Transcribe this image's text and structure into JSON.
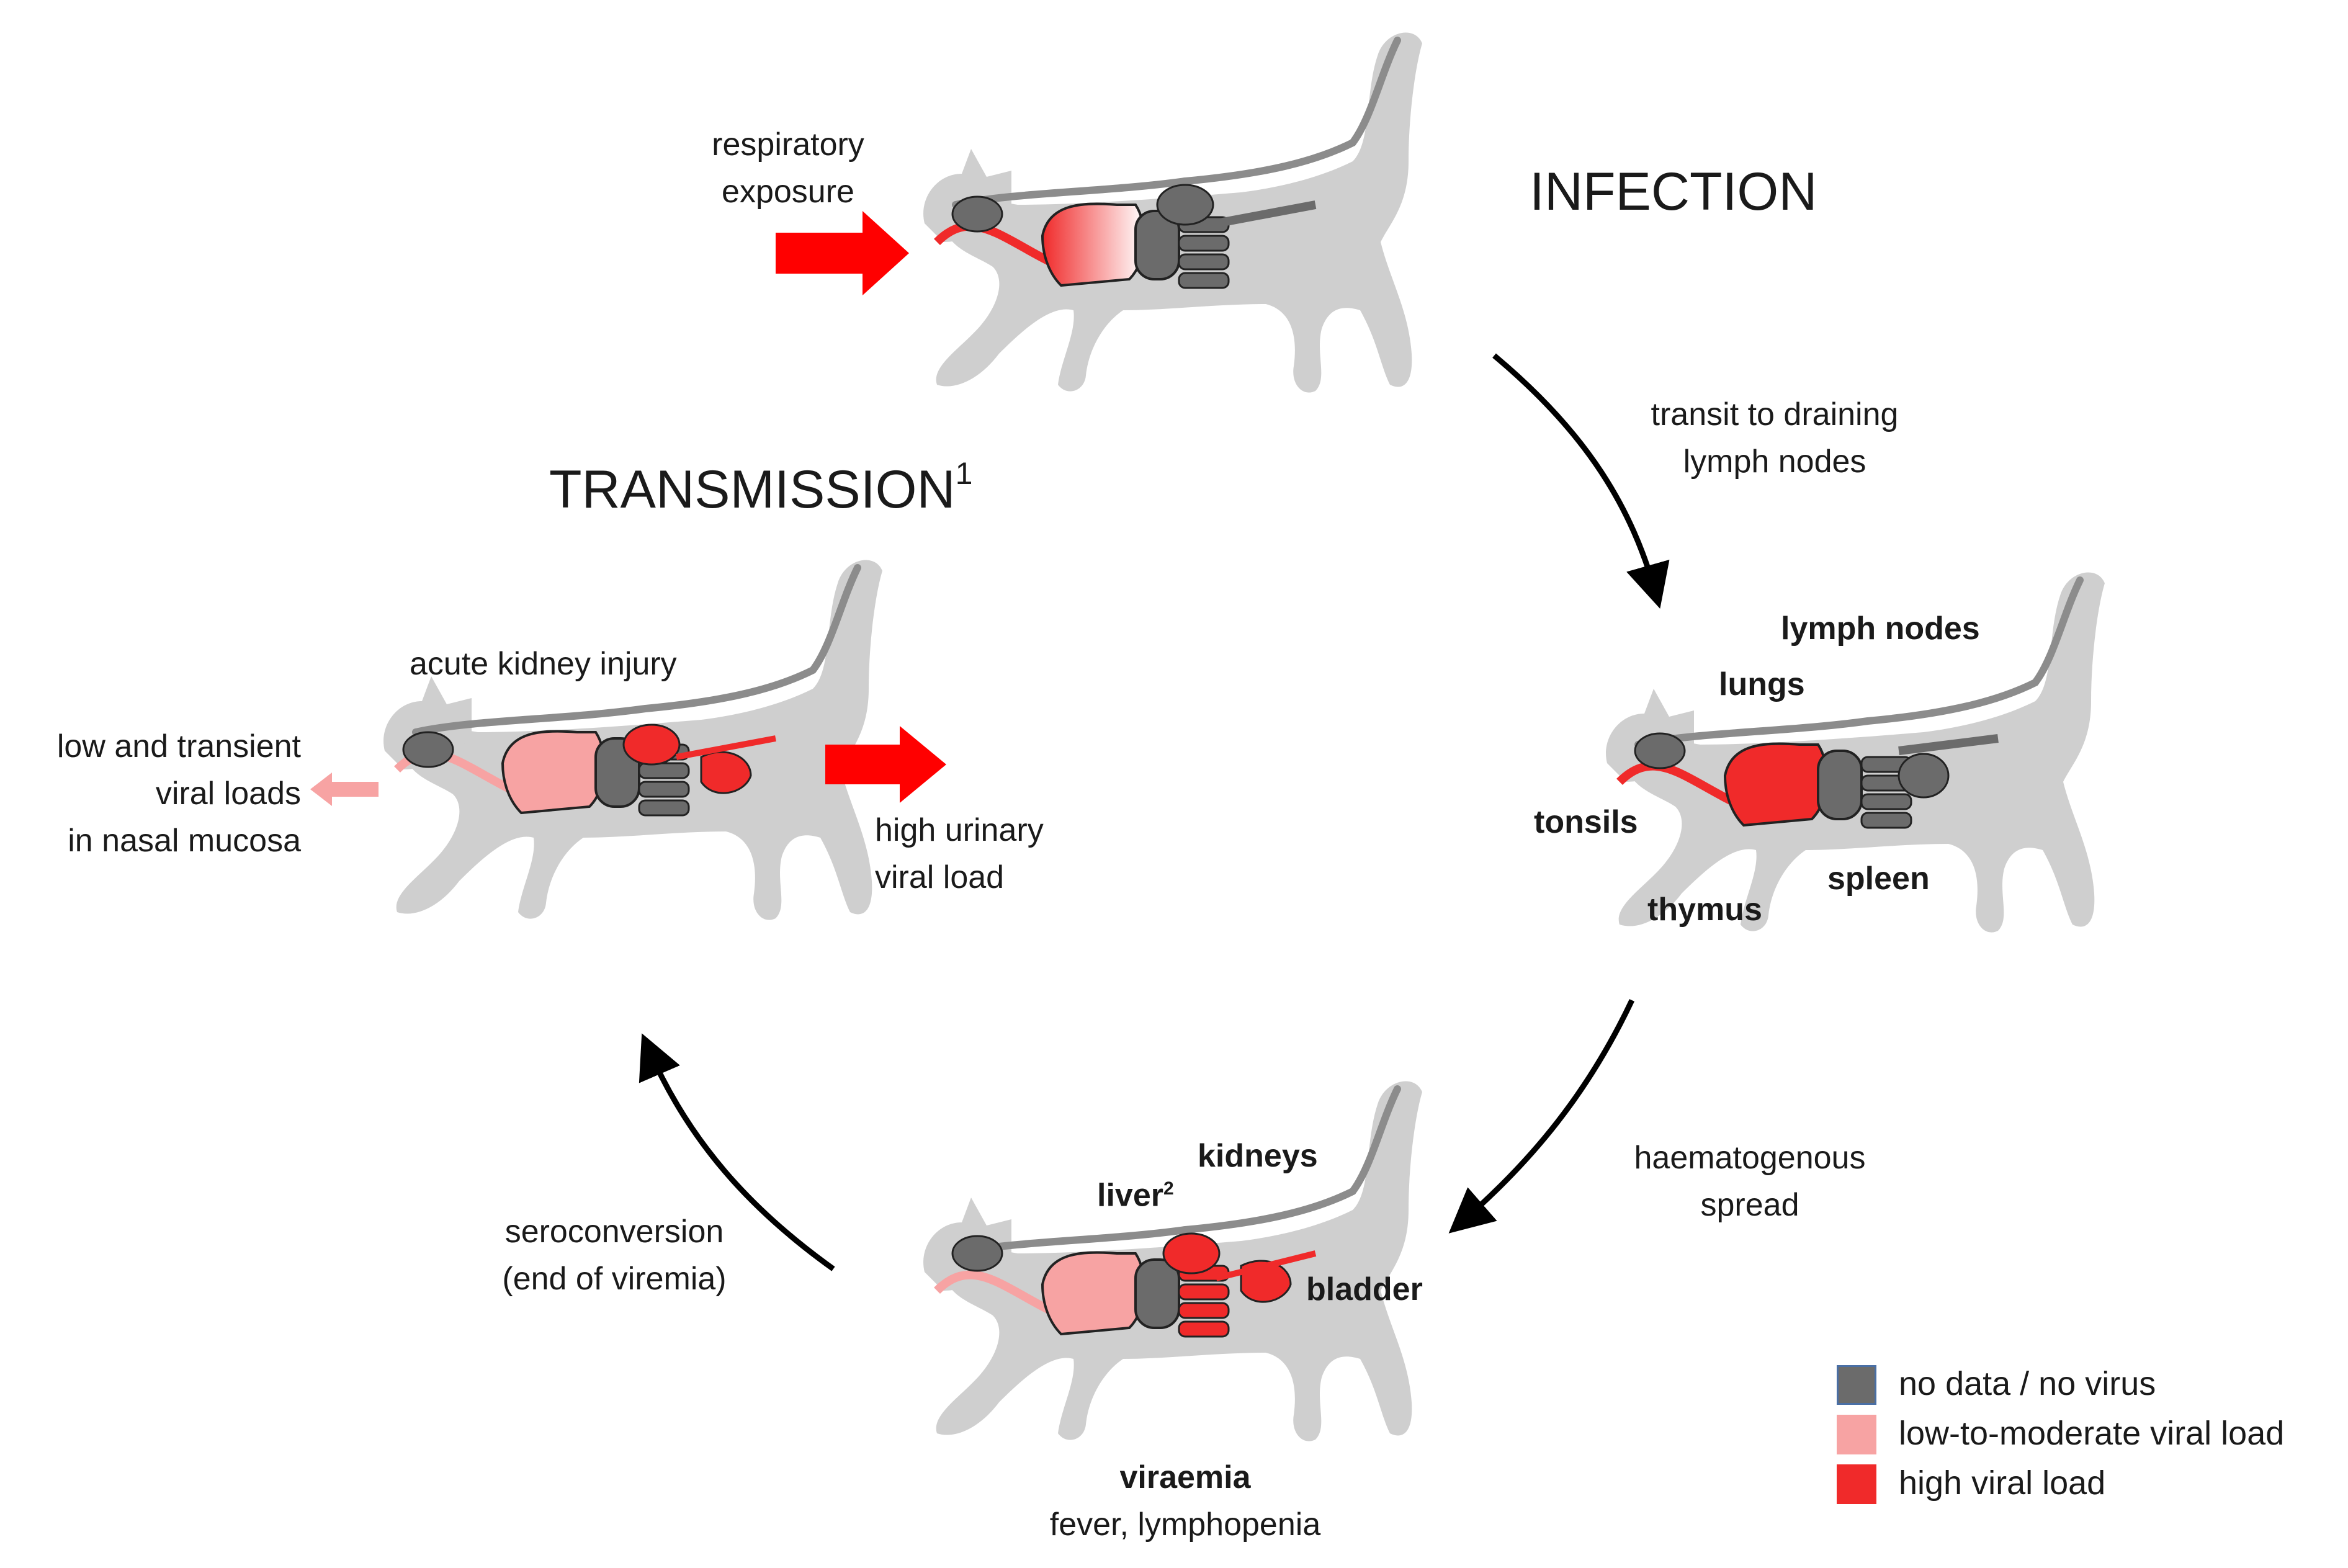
{
  "stages": {
    "infection": {
      "title": "INFECTION",
      "exposure_line1": "respiratory",
      "exposure_line2": "exposure"
    },
    "lymphoid": {
      "lymph_nodes": "lymph nodes",
      "lungs": "lungs",
      "tonsils": "tonsils",
      "spleen": "spleen",
      "thymus": "thymus"
    },
    "viraemia": {
      "liver": "liver",
      "liver_sup": "2",
      "kidneys": "kidneys",
      "bladder": "bladder",
      "name": "viraemia",
      "symptoms": "fever, lymphopenia"
    },
    "transmission": {
      "title": "TRANSMISSION",
      "title_sup": "1",
      "kidney_injury": "acute kidney injury",
      "nasal_line1": "low and transient",
      "nasal_line2": "viral loads",
      "nasal_line3": "in nasal mucosa",
      "urinary_line1": "high urinary",
      "urinary_line2": "viral load"
    }
  },
  "transitions": {
    "t1_line1": "transit to draining",
    "t1_line2": "lymph nodes",
    "t2_line1": "haematogenous",
    "t2_line2": "spread",
    "t3_line1": "seroconversion",
    "t3_line2": "(end of viremia)"
  },
  "legend": [
    {
      "label": "no data / no virus",
      "color": "#6b6b6b"
    },
    {
      "label": "low-to-moderate viral load",
      "color": "#f7a3a3"
    },
    {
      "label": "high viral load",
      "color": "#f02a2a"
    }
  ],
  "colors": {
    "silhouette": "#cfcfcf",
    "organ_none": "#6b6b6b",
    "organ_low": "#f7a3a3",
    "organ_high": "#f02a2a",
    "arrow_red": "#ff0000",
    "arrow_pink": "#f7a3a3",
    "cycle_arrow": "#000000"
  }
}
